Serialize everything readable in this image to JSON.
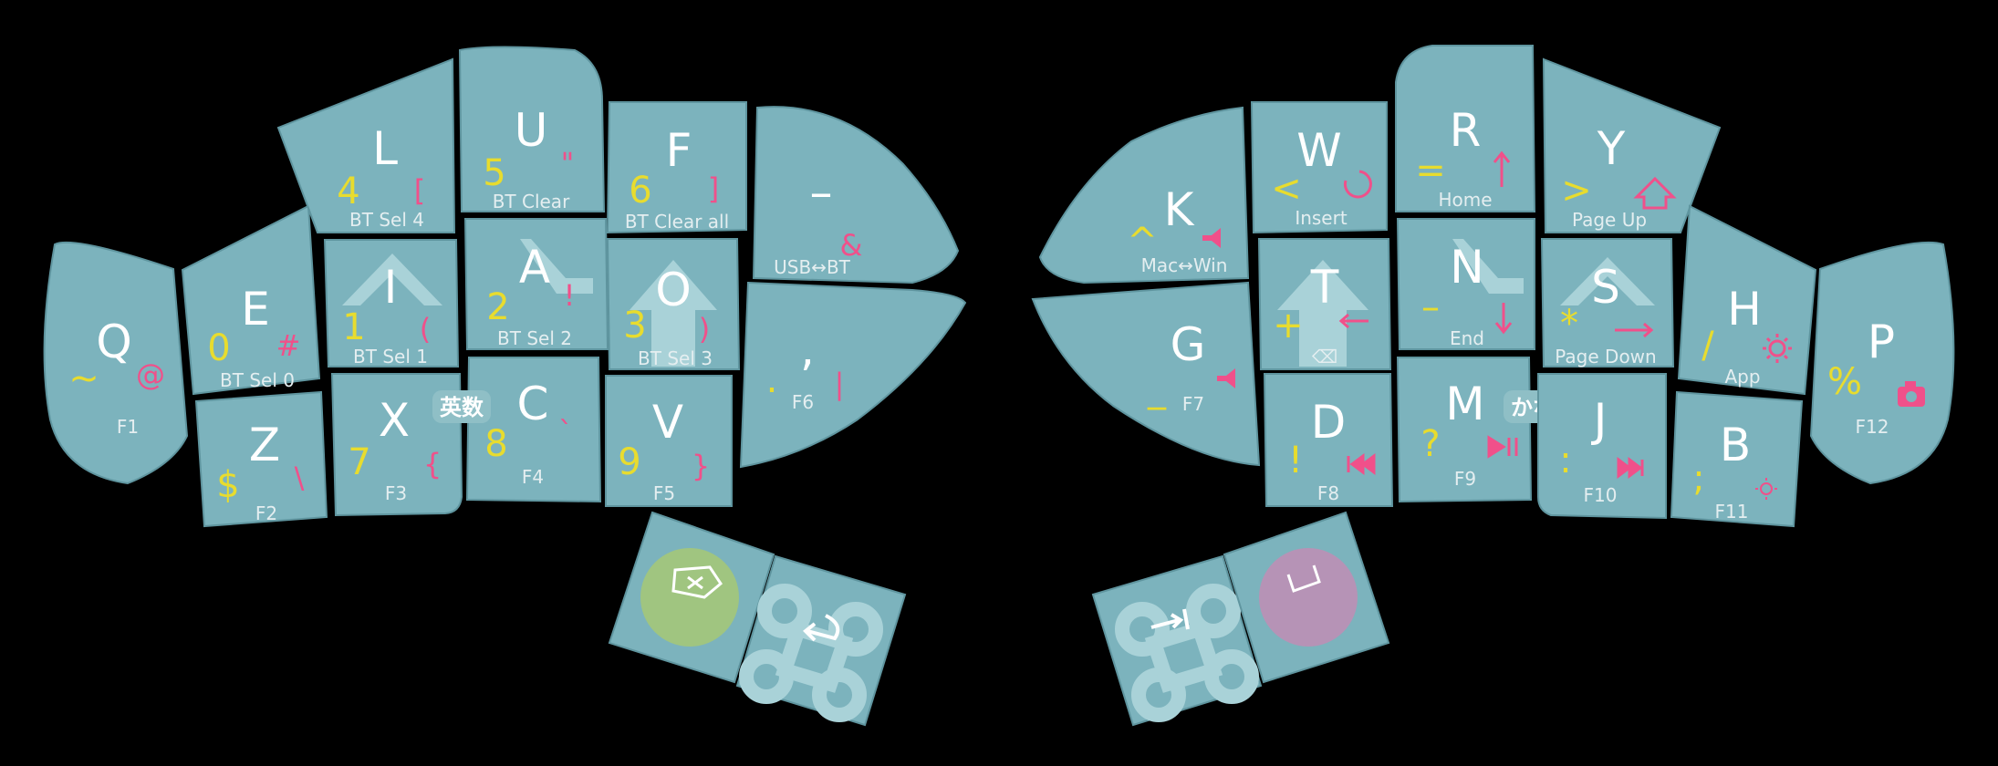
{
  "colors": {
    "background": "#000000",
    "key_fill": "#7cb3bd",
    "symbol_yellow": "#e8dc2e",
    "symbol_pink": "#f0508a",
    "green_circle": "#a0c580",
    "purple_circle": "#b693b6"
  },
  "left": {
    "q": {
      "main": "Q",
      "sym1": "~",
      "sym2": "@",
      "sub": "F1"
    },
    "e": {
      "main": "E",
      "sym1": "0",
      "sym2": "#",
      "sub": "BT Sel 0"
    },
    "z": {
      "main": "Z",
      "sym1": "$",
      "sym2": "\\",
      "sub": "F2"
    },
    "l": {
      "main": "L",
      "sym1": "4",
      "sym2": "[",
      "sub": "BT Sel 4"
    },
    "i": {
      "main": "I",
      "sym1": "1",
      "sym2": "(",
      "sub": "BT Sel 1"
    },
    "x": {
      "main": "X",
      "sym1": "7",
      "sym2": "{",
      "sub": "F3"
    },
    "u": {
      "main": "U",
      "sym1": "5",
      "sym2": "\"",
      "sub": "BT Clear"
    },
    "a": {
      "main": "A",
      "sym1": "2",
      "sym2": "!",
      "sub": "BT Sel 2"
    },
    "c": {
      "main": "C",
      "sym1": "8",
      "sym2": "`",
      "sub": "F4"
    },
    "f": {
      "main": "F",
      "sym1": "6",
      "sym2": "]",
      "sub": "BT Clear all"
    },
    "o": {
      "main": "O",
      "sym1": "3",
      "sym2": ")",
      "sub": "BT Sel 3"
    },
    "v": {
      "main": "V",
      "sym1": "9",
      "sym2": "}",
      "sub": "F5"
    },
    "minus": {
      "main": "–",
      "sym2": "&",
      "sub": "USB↔BT"
    },
    "comma": {
      "main": ",",
      "sym1": ".",
      "sym2": "|",
      "sub": "F6"
    },
    "eisu": "英数"
  },
  "right": {
    "k": {
      "main": "K",
      "sym1": "^",
      "sub": "Mac↔Win"
    },
    "g": {
      "main": "G",
      "sym1": "_",
      "sub": "F7"
    },
    "w": {
      "main": "W",
      "sym1": "<",
      "sub": "Insert"
    },
    "t": {
      "main": "T",
      "sym1": "+",
      "sub": "⌫"
    },
    "d": {
      "main": "D",
      "sym1": "!",
      "sub": "F8"
    },
    "r": {
      "main": "R",
      "sym1": "=",
      "sub": "Home"
    },
    "n": {
      "main": "N",
      "sym1": "–",
      "sub": "End"
    },
    "m": {
      "main": "M",
      "sym1": "?",
      "sub": "F9"
    },
    "y": {
      "main": "Y",
      "sym1": ">",
      "sub": "Page Up"
    },
    "s": {
      "main": "S",
      "sym1": "*",
      "sub": "Page Down"
    },
    "j": {
      "main": "J",
      "sym1": ":",
      "sub": "F10"
    },
    "h": {
      "main": "H",
      "sym1": "/",
      "sub": "App"
    },
    "b": {
      "main": "B",
      "sym1": ";",
      "sub": "F11"
    },
    "p": {
      "main": "P",
      "sym1": "%",
      "sub": "F12"
    },
    "kana": "かな"
  }
}
